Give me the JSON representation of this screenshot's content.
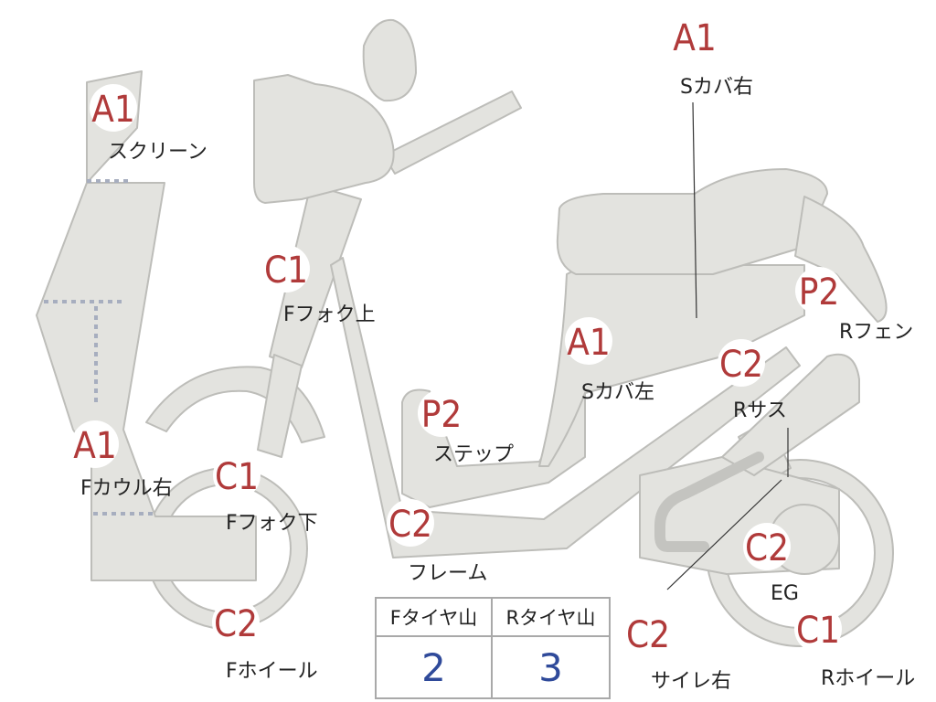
{
  "colors": {
    "body_fill": "#e3e3df",
    "body_stroke": "#bdbdb9",
    "badge_text": "#b03a3a",
    "badge_circle": "#ffffff",
    "table_value": "#2f4a9a",
    "hidden_line": "#a7aebf",
    "exhaust": "#c4c4c0"
  },
  "badges": {
    "screen": {
      "code": "A1",
      "label": "スクリーン"
    },
    "f_cowl_right": {
      "code": "A1",
      "label": "Fカウル右"
    },
    "f_fork_upper": {
      "code": "C1",
      "label": "Fフォク上"
    },
    "f_fork_lower": {
      "code": "C1",
      "label": "Fフォク下"
    },
    "f_wheel": {
      "code": "C2",
      "label": "Fホイール"
    },
    "step": {
      "code": "P2",
      "label": "ステップ"
    },
    "frame": {
      "code": "C2",
      "label": "フレーム"
    },
    "s_cover_left": {
      "code": "A1",
      "label": "Sカバ左"
    },
    "s_cover_right": {
      "code": "A1",
      "label": "Sカバ右"
    },
    "r_fender": {
      "code": "P2",
      "label": "Rフェン"
    },
    "r_suspension": {
      "code": "C2",
      "label": "Rサス"
    },
    "engine": {
      "code": "C2",
      "label": "EG"
    },
    "silencer_right": {
      "code": "C2",
      "label": "サイレ右"
    },
    "r_wheel": {
      "code": "C1",
      "label": "Rホイール"
    }
  },
  "tire_table": {
    "headers": [
      "Fタイヤ山",
      "Rタイヤ山"
    ],
    "values": [
      "2",
      "3"
    ]
  }
}
